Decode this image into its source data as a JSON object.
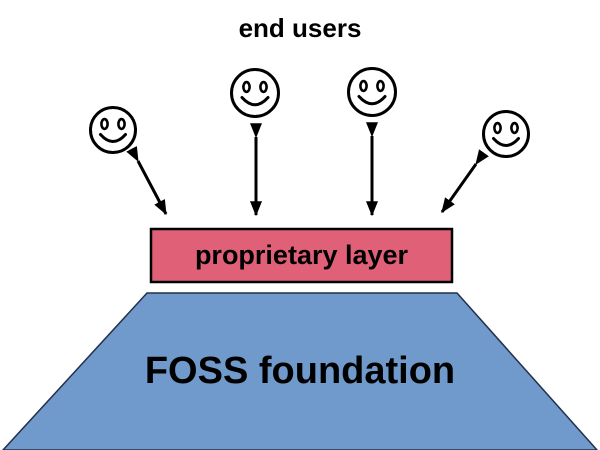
{
  "diagram": {
    "title": "end users",
    "proprietary_label": "proprietary layer",
    "foss_label": "FOSS foundation",
    "user_count": 4
  },
  "icons": {
    "user": "smiley-face-icon",
    "connection": "bidirectional-arrow"
  },
  "colors": {
    "proprietary_fill": "#e06078",
    "foss_fill": "#7099cc",
    "line": "#000000",
    "foss_stroke": "#22304a",
    "background": "#ffffff"
  }
}
